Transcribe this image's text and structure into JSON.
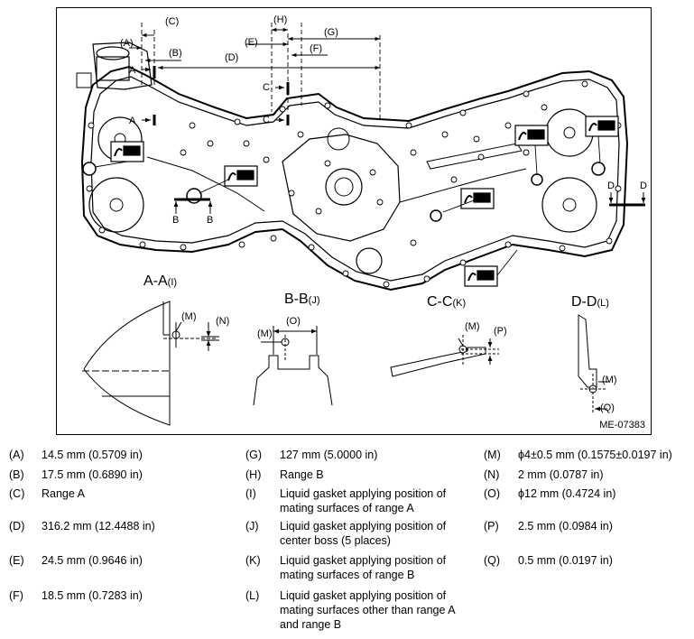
{
  "figure": {
    "code": "ME-07383",
    "dims": {
      "A": "(A)",
      "B": "(B)",
      "C": "(C)",
      "D": "(D)",
      "E": "(E)",
      "F": "(F)",
      "G": "(G)",
      "H": "(H)",
      "M": "(M)",
      "N": "(N)",
      "O": "(O)",
      "P": "(P)",
      "Q": "(Q)"
    },
    "cut_letters": {
      "A": "A",
      "B": "B",
      "C": "C",
      "D": "D"
    },
    "sections": [
      {
        "id": "aa",
        "title": "A-A",
        "ref": "(I)"
      },
      {
        "id": "bb",
        "title": "B-B",
        "ref": "(J)"
      },
      {
        "id": "cc",
        "title": "C-C",
        "ref": "(K)"
      },
      {
        "id": "dd",
        "title": "D-D",
        "ref": "(L)"
      }
    ]
  },
  "legend": [
    {
      "key": "(A)",
      "text": "14.5 mm (0.5709 in)"
    },
    {
      "key": "(B)",
      "text": "17.5 mm (0.6890 in)"
    },
    {
      "key": "(C)",
      "text": "Range A"
    },
    {
      "key": "(D)",
      "text": "316.2 mm (12.4488 in)"
    },
    {
      "key": "(E)",
      "text": "24.5 mm (0.9646 in)"
    },
    {
      "key": "(F)",
      "text": "18.5 mm (0.7283 in)"
    },
    {
      "key": "(G)",
      "text": "127 mm (5.0000 in)"
    },
    {
      "key": "(H)",
      "text": "Range B"
    },
    {
      "key": "(I)",
      "text": "Liquid gasket applying position of mating surfaces of range A"
    },
    {
      "key": "(J)",
      "text": "Liquid gasket applying position of center boss (5 places)"
    },
    {
      "key": "(K)",
      "text": "Liquid gasket applying position of mating surfaces of range B"
    },
    {
      "key": "(L)",
      "text": "Liquid gasket applying position of mating surfaces other than range A and range B"
    },
    {
      "key": "(M)",
      "text": "ϕ4±0.5 mm (0.1575±0.0197 in)"
    },
    {
      "key": "(N)",
      "text": "2 mm (0.0787 in)"
    },
    {
      "key": "(O)",
      "text": "ϕ12 mm (0.4724 in)"
    },
    {
      "key": "(P)",
      "text": "2.5 mm (0.0984 in)"
    },
    {
      "key": "(Q)",
      "text": "0.5 mm (0.0197 in)"
    }
  ]
}
